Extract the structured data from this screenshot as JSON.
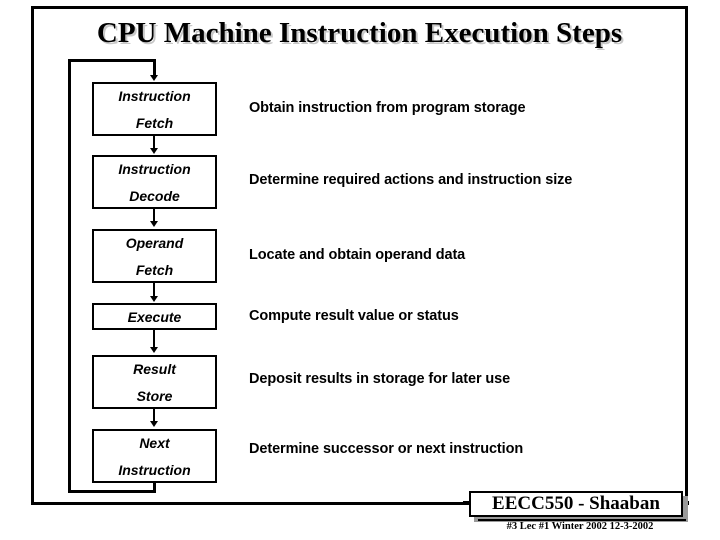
{
  "slide": {
    "title": "CPU Machine Instruction Execution Steps"
  },
  "flow": {
    "steps": [
      {
        "line1": "Instruction",
        "line2": "Fetch",
        "description": "Obtain instruction from program storage"
      },
      {
        "line1": "Instruction",
        "line2": "Decode",
        "description": "Determine required actions and instruction size"
      },
      {
        "line1": "Operand",
        "line2": "Fetch",
        "description": "Locate and obtain operand data"
      },
      {
        "line1": "Execute",
        "line2": "",
        "description": "Compute result value or status"
      },
      {
        "line1": "Result",
        "line2": "Store",
        "description": "Deposit results in storage for later use"
      },
      {
        "line1": "Next",
        "line2": "Instruction",
        "description": "Determine successor or next instruction"
      }
    ]
  },
  "footer": {
    "badge": "EECC550 - Shaaban",
    "credit": "#3   Lec #1 Winter 2002  12-3-2002"
  },
  "colors": {
    "ink": "#000000",
    "paper": "#ffffff",
    "shadow": "#9a9a9a",
    "title_shadow": "#c8c8c8"
  }
}
